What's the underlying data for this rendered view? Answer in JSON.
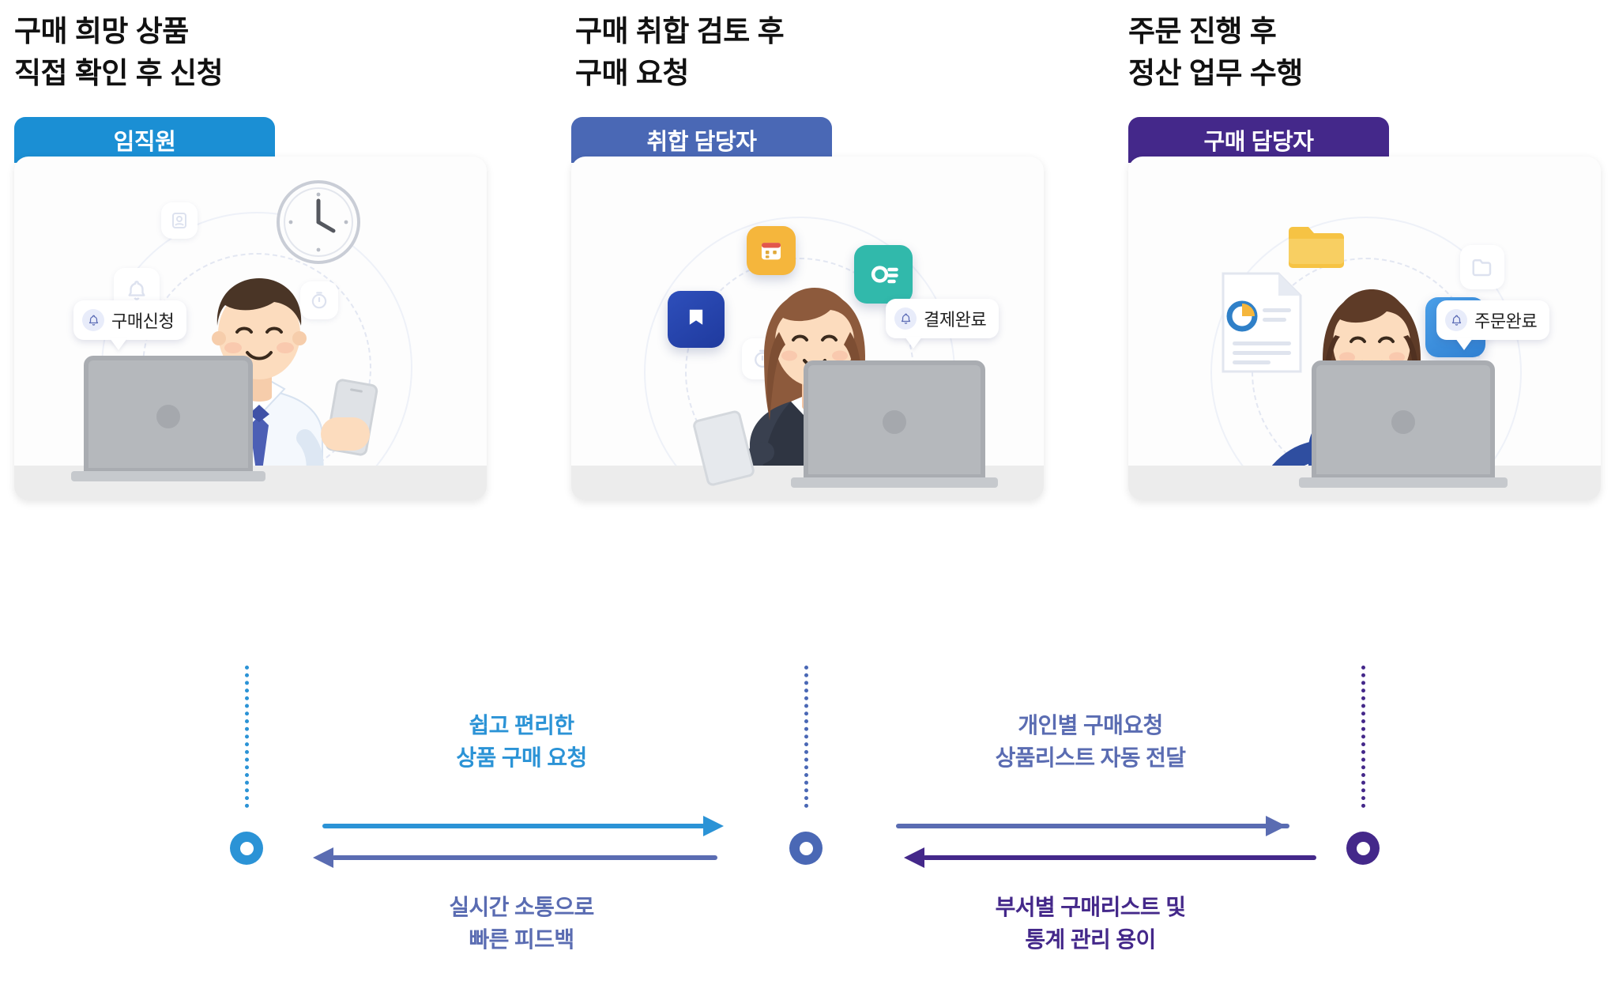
{
  "columns": [
    {
      "heading": "구매 희망 상품\n직접 확인 후 신청",
      "tab_label": "임직원",
      "tab_color": "#1b8fd4",
      "bubble_text": "구매신청",
      "bubble_icon": "bell-icon"
    },
    {
      "heading": "구매 취합 검토 후\n구매 요청",
      "tab_label": "취합 담당자",
      "tab_color": "#4a68b5",
      "bubble_text": "결제완료",
      "bubble_icon": "bell-icon"
    },
    {
      "heading": "주문 진행 후\n정산 업무 수행",
      "tab_label": "구매 담당자",
      "tab_color": "#44288a",
      "bubble_text": "주문완료",
      "bubble_icon": "bell-icon"
    }
  ],
  "flows": [
    {
      "top_label": "쉽고 편리한\n상품 구매 요청",
      "top_color": "#2b93d6",
      "bottom_label": "실시간 소통으로\n빠른 피드백",
      "bottom_color": "#5a6cb2"
    },
    {
      "top_label": "개인별 구매요청\n상품리스트 자동 전달",
      "top_color": "#5a6cb2",
      "bottom_label": "부서별 구매리스트 및\n통계 관리 용이",
      "bottom_color": "#44288a"
    }
  ],
  "nodes": [
    {
      "color": "#2b93d6",
      "name": "timeline-node-employee"
    },
    {
      "color": "#4a68b5",
      "name": "timeline-node-collector"
    },
    {
      "color": "#44288a",
      "name": "timeline-node-purchaser"
    }
  ],
  "colors": {
    "background": "#ffffff",
    "heading_text": "#111111",
    "card_surface": "#fdfdfd",
    "desk": "#ececec"
  }
}
